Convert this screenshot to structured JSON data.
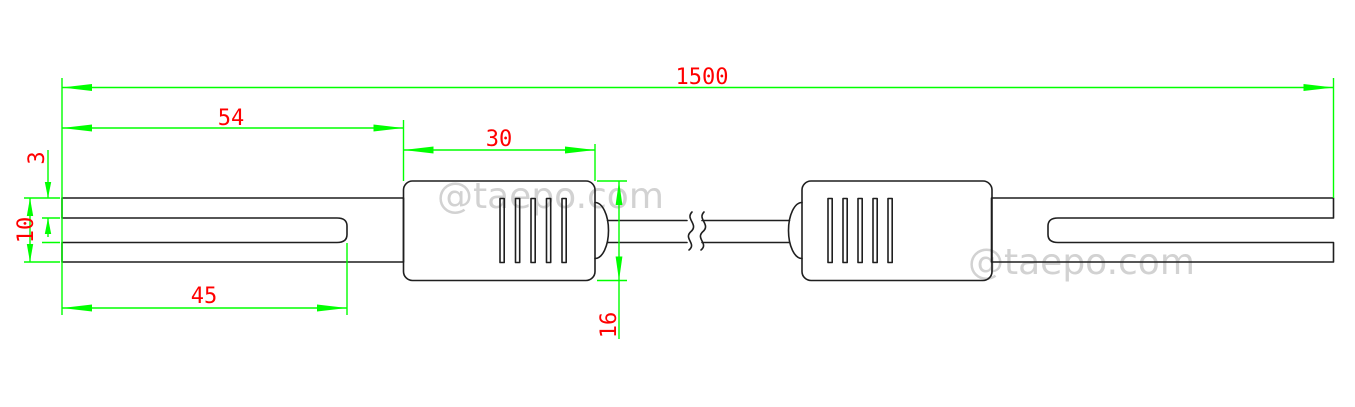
{
  "drawing": {
    "dimensions": {
      "overall_length": "1500",
      "end_section_length": "54",
      "boot_length": "30",
      "slot_length": "45",
      "prong_thickness": "3",
      "plug_height": "10",
      "boot_height": "16"
    },
    "watermarks": {
      "left": "@taepo.com",
      "right": "@taepo.com"
    },
    "colors": {
      "dimension_lines": "#00ff00",
      "dimension_text": "#ff0000",
      "outline": "#1f1f1f",
      "watermark": "#d2d2d2",
      "background": "#ffffff"
    }
  }
}
